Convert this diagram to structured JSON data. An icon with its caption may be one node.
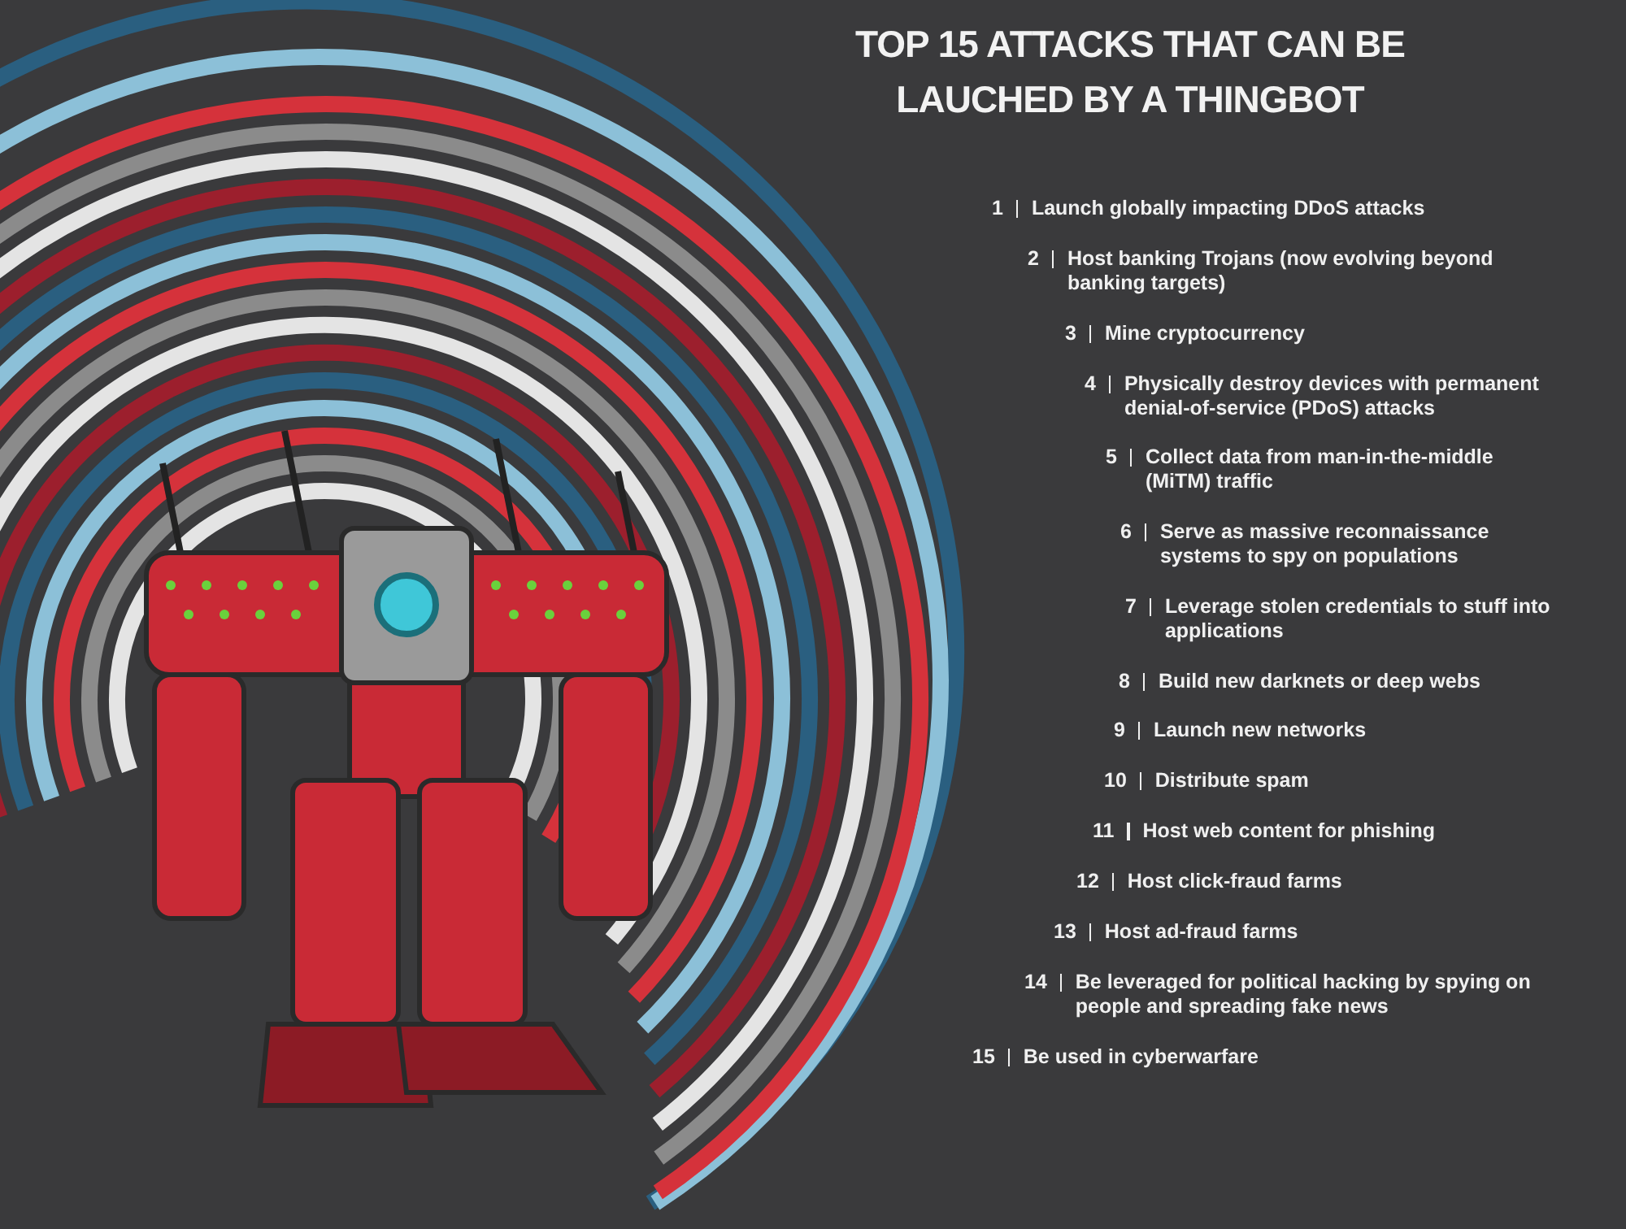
{
  "diagram": {
    "title": "TOP 15 ATTACKS THAT CAN BE LAUCHED BY A THINGBOT",
    "labels": [
      "1",
      "Launch globally impacting DDoS attacks",
      "2",
      "Host banking Trojans (now evolving beyond banking targets)",
      "3",
      "Mine cryptocurrency",
      "4",
      "Physically destroy devices with permanent denial-of-service (PDoS) attacks",
      "5",
      "Collect data from man-in-the-middle (MiTM) traffic",
      "6",
      "Serve as massive reconnaissance systems to spy on populations",
      "7",
      "Leverage stolen credentials to stuff into applications",
      "8",
      "Build new darknets or deep webs",
      "9",
      "Launch new networks",
      "10",
      "Distribute spam",
      "11",
      "Host web content for phishing",
      "12",
      "Host click-fraud farms",
      "13",
      "Host ad-fraud farms",
      "14",
      "Be leveraged for political hacking by spying on people and spreading fake news",
      "15",
      "Be used in cyberwarfare"
    ]
  }
}
